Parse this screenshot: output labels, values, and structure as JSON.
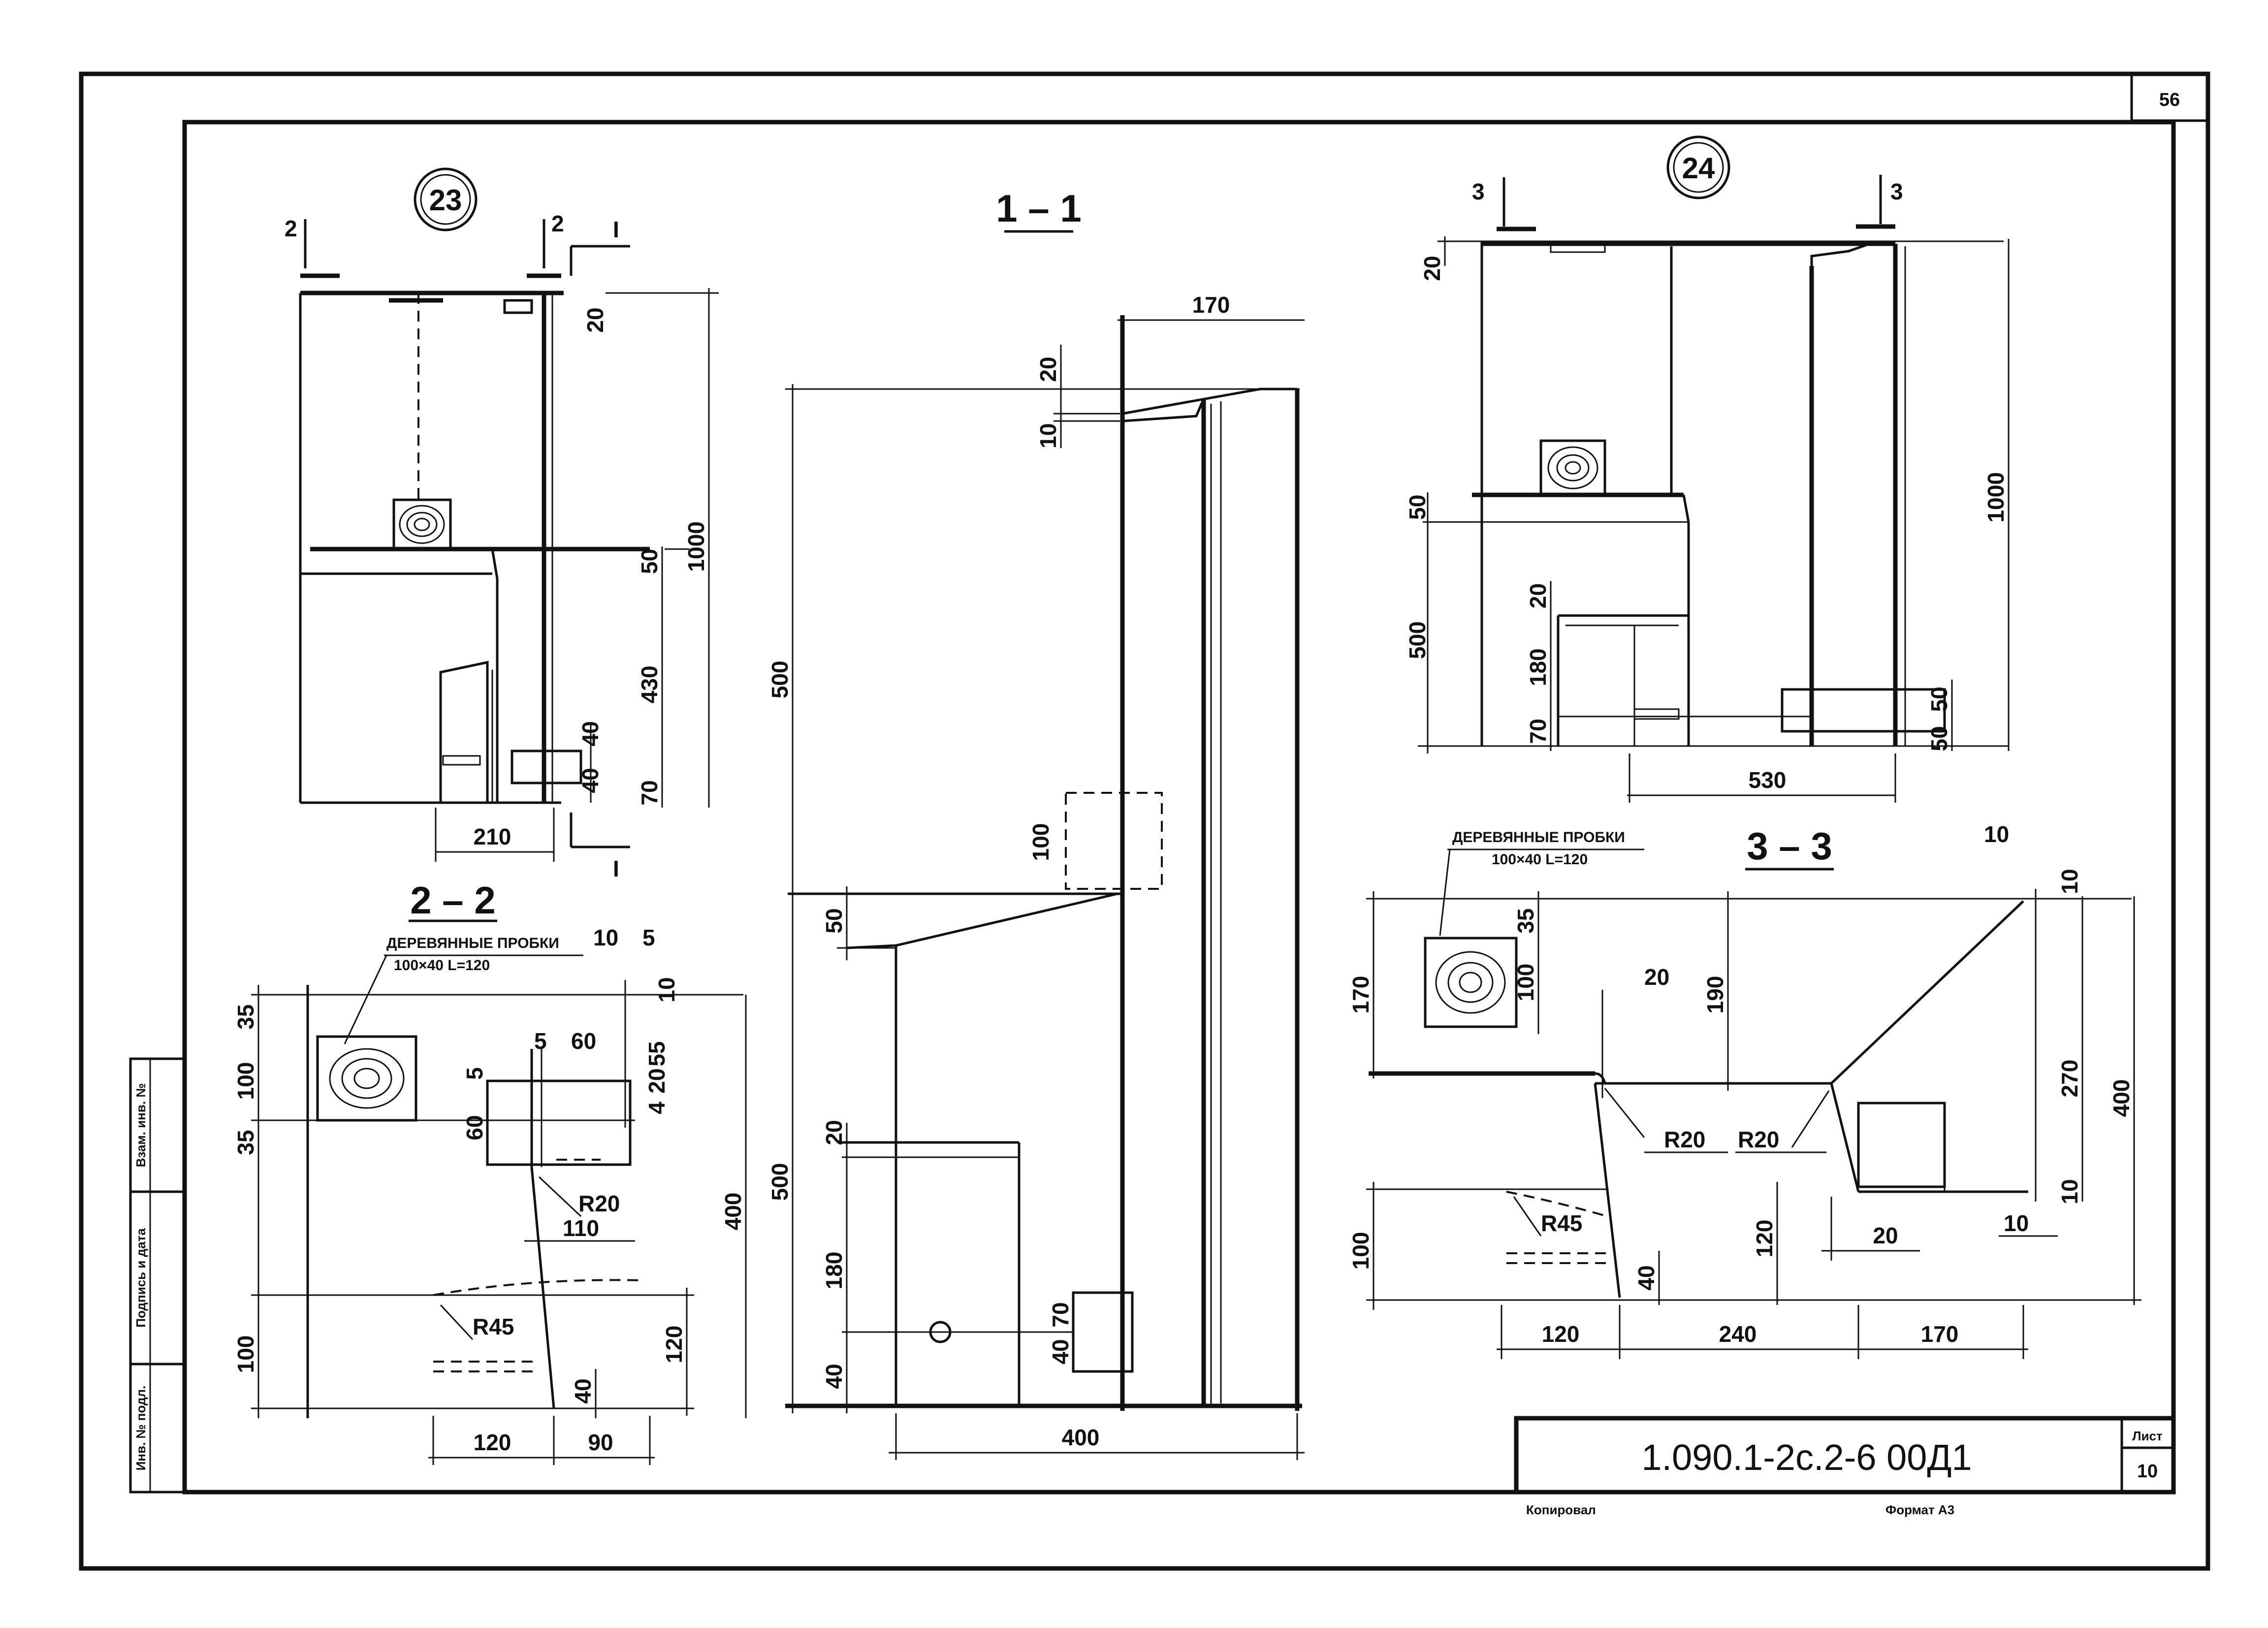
{
  "page_number": "56",
  "title_block": {
    "code": "1.090.1-2с.2-6   00Д1",
    "sheet_label": "Лист",
    "sheet_number": "10",
    "copied": "Копировал",
    "format": "Формат А3"
  },
  "side_stamp": [
    "Взам. инв. №",
    "Подпись и дата",
    "Инв. № подл."
  ],
  "node_23": {
    "marker": "23",
    "cut_marks": [
      "2",
      "2",
      "I",
      "I"
    ],
    "dims": [
      "20",
      "1000",
      "50",
      "430",
      "40",
      "40",
      "70",
      "210"
    ]
  },
  "node_24": {
    "marker": "24",
    "cut_marks": [
      "3",
      "3"
    ],
    "dims": [
      "20",
      "50",
      "1000",
      "500",
      "20",
      "180",
      "70",
      "50",
      "50",
      "530"
    ]
  },
  "section_1_1": {
    "title": "1 – 1",
    "dims": [
      "170",
      "20",
      "10",
      "500",
      "100",
      "50",
      "500",
      "20",
      "180",
      "70",
      "40",
      "40",
      "400"
    ]
  },
  "section_2_2": {
    "title": "2 – 2",
    "note_line1": "ДЕРЕВЯННЫЕ ПРОБКИ",
    "note_line2": "100×40  L=120",
    "dims": [
      "10",
      "5",
      "10",
      "35",
      "100",
      "35",
      "5",
      "60",
      "5",
      "55",
      "20",
      "4",
      "60",
      "R20",
      "110",
      "400",
      "100",
      "R45",
      "120",
      "40",
      "120",
      "90"
    ]
  },
  "section_3_3": {
    "title": "3 – 3",
    "note_line1": "ДЕРЕВЯННЫЕ ПРОБКИ",
    "note_line2": "100×40  L=120",
    "dims": [
      "10",
      "10",
      "170",
      "35",
      "100",
      "20",
      "190",
      "270",
      "400",
      "R20",
      "R20",
      "10",
      "100",
      "R45",
      "120",
      "40",
      "20",
      "10",
      "120",
      "240",
      "170"
    ]
  }
}
